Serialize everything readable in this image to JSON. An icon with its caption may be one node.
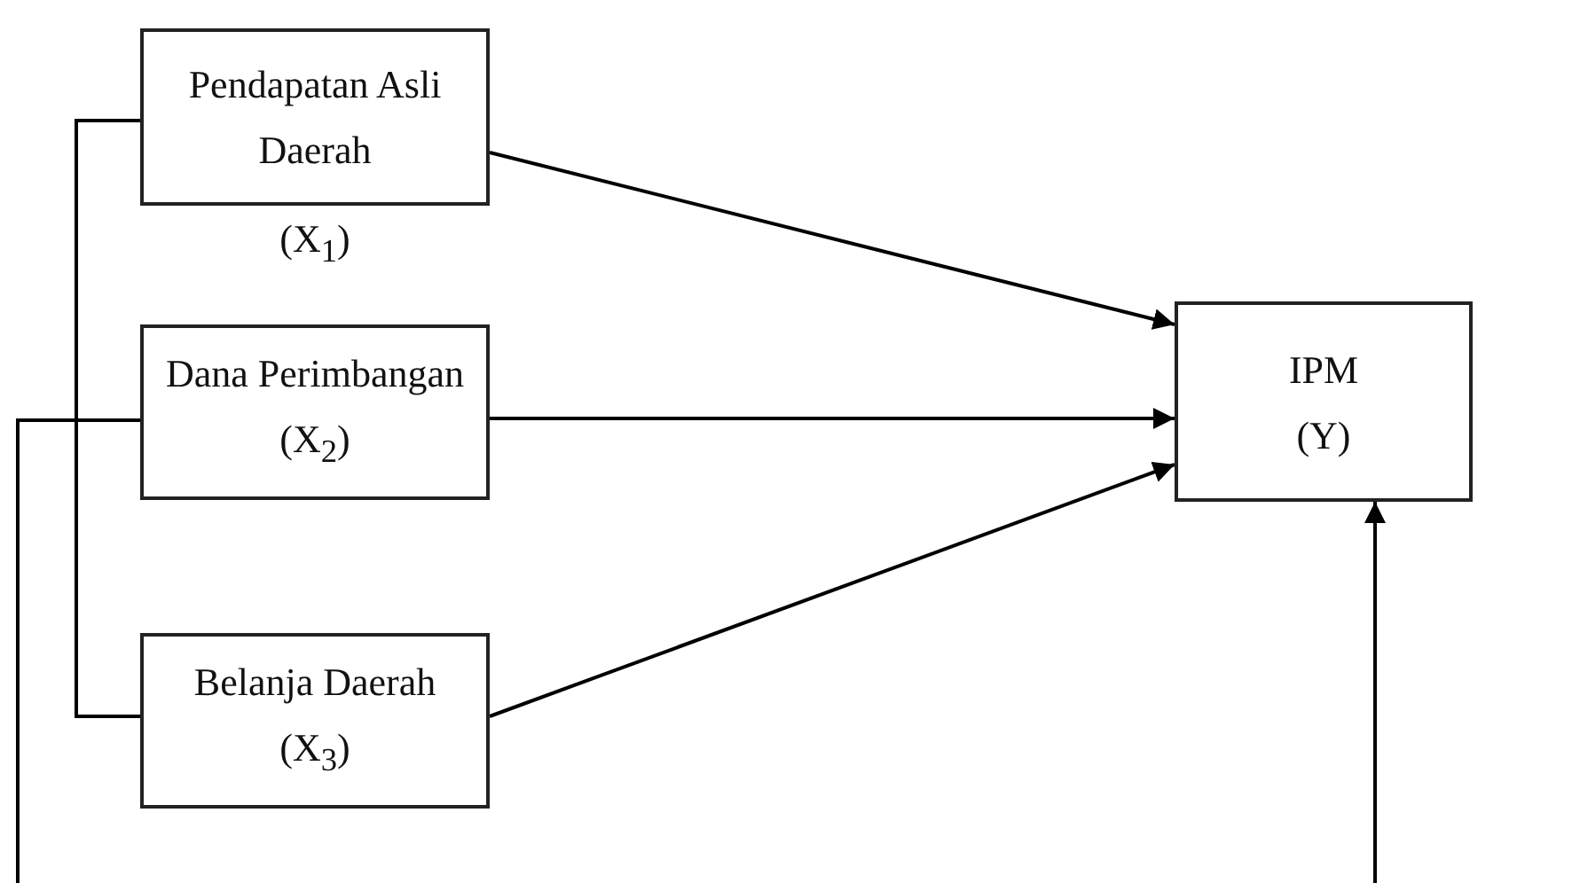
{
  "diagram": {
    "nodes": [
      {
        "text": [
          "Pendapatan Asli Daerah"
        ],
        "beside": [
          "(X$_{1}$)"
        ]
      },
      {
        "text": [
          "Dana Perimbangan",
          "(X$_{2}$)"
        ]
      },
      {
        "text": [
          "Belanja Daerah",
          "(X$_{3}$)"
        ]
      },
      {
        "text": [
          "IPM",
          "(Y)"
        ]
      }
    ],
    "edges": [
      {
        "from": 0,
        "to": 3,
        "arrow": "to"
      },
      {
        "from": 1,
        "to": 3,
        "arrow": "to"
      },
      {
        "from": 2,
        "to": 3,
        "arrow": "to"
      },
      {
        "from": 0,
        "to": 2,
        "arrow": "none"
      },
      {
        "from": 1,
        "to": null,
        "arrow": "none"
      },
      {
        "from": null,
        "to": 3,
        "arrow": "to"
      }
    ]
  }
}
